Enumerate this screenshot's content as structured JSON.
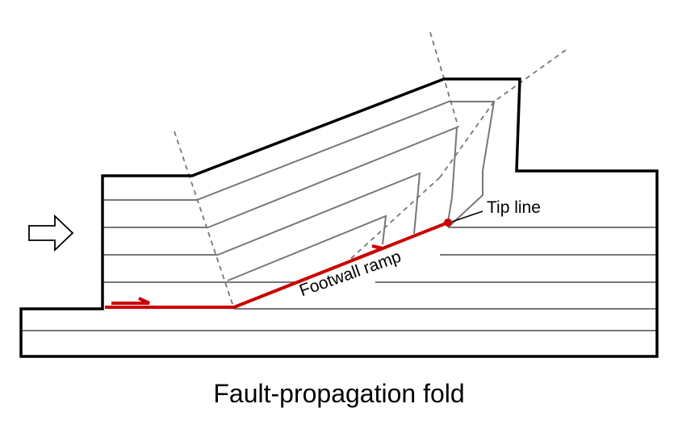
{
  "caption": "Fault-propagation fold",
  "labels": {
    "tip_line": "Tip line",
    "footwall_ramp": "Footwall ramp"
  },
  "colors": {
    "outline": "#000000",
    "bedding": "#777777",
    "axial_trace": "#777777",
    "fault": "#cc0000",
    "background": "#ffffff"
  },
  "icons": {
    "shortening_direction": "hollow-right-arrow",
    "slip_sense": "half-arrow",
    "tip": "dot-marker"
  }
}
